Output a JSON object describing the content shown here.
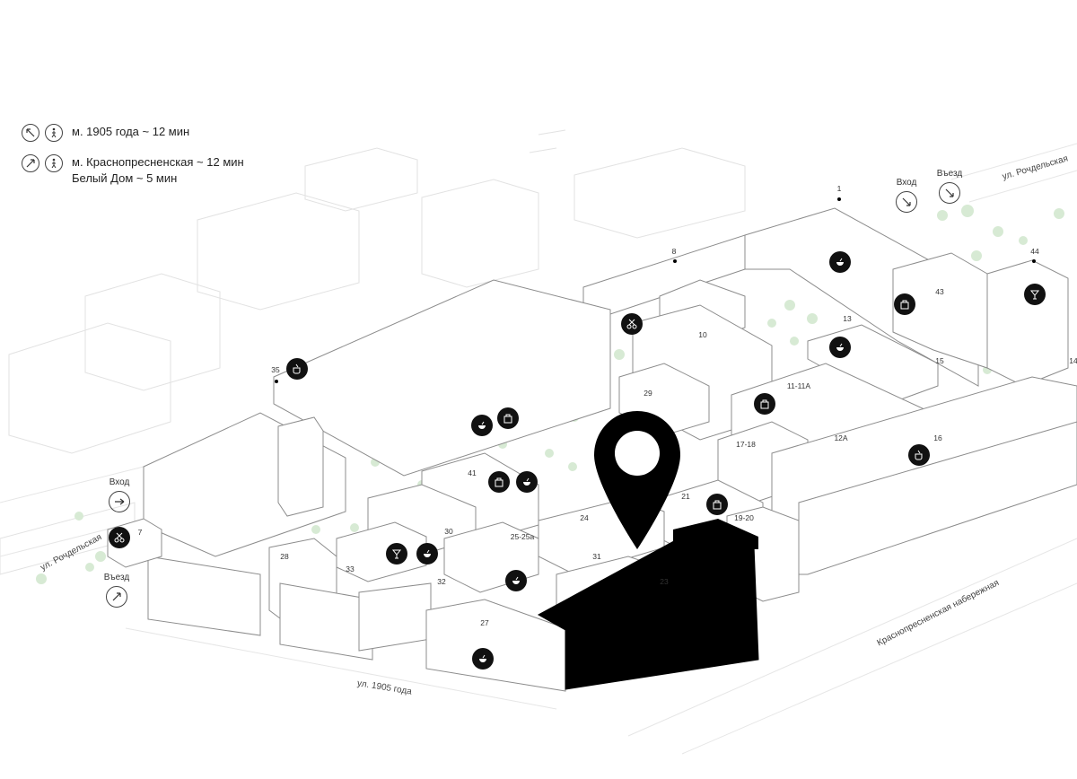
{
  "legend": {
    "routes": [
      {
        "lines": [
          "м. 1905 года ~ 12 мин"
        ],
        "arrow": "arrow-up-left-icon",
        "mode": "walking-person-icon"
      },
      {
        "lines": [
          "м. Краснопресненская ~ 12 мин",
          "Белый Дом ~ 5 мин"
        ],
        "arrow": "arrow-up-right-icon",
        "mode": "walking-person-icon"
      }
    ]
  },
  "entrances": {
    "vhod_top": "Вход",
    "vezd_top": "Въезд",
    "vhod_left": "Вход",
    "vezd_left": "Въезд"
  },
  "streets": {
    "rochdelskaya_top": "ул. Рочдельская",
    "rochdelskaya_left": "ул. Рочдельская",
    "ul_1905": "ул. 1905 года",
    "embankment": "Краснопресненская набережная"
  },
  "buildings": [
    "1",
    "8",
    "44",
    "43",
    "13",
    "10",
    "15",
    "11-11А",
    "35",
    "29",
    "12А",
    "17-18",
    "16",
    "41",
    "21",
    "19-20",
    "24",
    "7",
    "30",
    "25-25а",
    "28",
    "33",
    "31",
    "32",
    "23",
    "27",
    "14"
  ],
  "poi_icons": [
    "cafe-icon",
    "shop-icon",
    "cafe-icon",
    "barber-icon",
    "cafe-icon",
    "shop-icon",
    "drink-icon",
    "cafe-icon",
    "shop-icon",
    "shop-icon",
    "cafe-icon",
    "shop-icon",
    "cafe-icon",
    "barber-icon",
    "drink-icon",
    "cafe-icon",
    "cafe-icon",
    "cafe-icon",
    "coffee-icon"
  ],
  "highlight": {
    "building": "23",
    "color": "#000000",
    "marker": "location-pin-icon"
  },
  "colors": {
    "line": "#9a9a9a",
    "context_building": "#d6d6d6",
    "tree": "#cfe6cc",
    "poi": "#111111"
  }
}
